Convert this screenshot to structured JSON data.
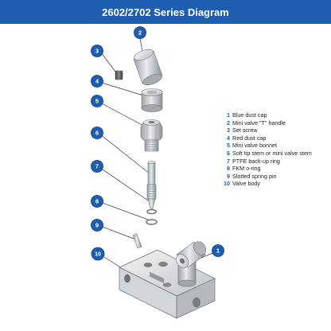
{
  "title": "2602/2702 Series Diagram",
  "colors": {
    "title_bar": "#1e5eb1",
    "callout": "#1e5eb1",
    "part_metal": "#c9ccd0"
  },
  "callouts": [
    "1",
    "2",
    "3",
    "4",
    "5",
    "6",
    "7",
    "8",
    "9",
    "10"
  ],
  "legend": [
    {
      "num": "1",
      "label": "Blue dust cap"
    },
    {
      "num": "2",
      "label": "Mini valve \"T\" handle"
    },
    {
      "num": "3",
      "label": "Set screw"
    },
    {
      "num": "4",
      "label": "Red dust cap"
    },
    {
      "num": "5",
      "label": "Mini valve bonnet"
    },
    {
      "num": "6",
      "label": "Soft tip stem or mini valve stem"
    },
    {
      "num": "7",
      "label": "PTFE back-up ring"
    },
    {
      "num": "8",
      "label": "FKM o-ring"
    },
    {
      "num": "9",
      "label": "Slotted spring pin"
    },
    {
      "num": "10",
      "label": "Valve body"
    }
  ]
}
